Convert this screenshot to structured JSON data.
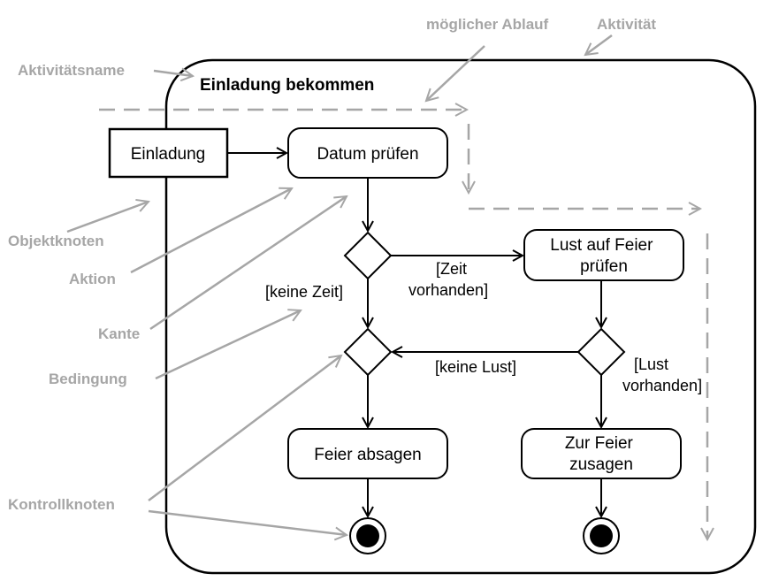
{
  "activity": {
    "name": "Einladung bekommen"
  },
  "nodes": {
    "object": "Einladung",
    "action_datum": "Datum prüfen",
    "action_lust": [
      "Lust auf Feier",
      "prüfen"
    ],
    "action_absagen": "Feier absagen",
    "action_zusagen": [
      "Zur Feier",
      "zusagen"
    ]
  },
  "guards": {
    "zeit_vorhanden": [
      "[Zeit",
      "vorhanden]"
    ],
    "keine_zeit": "[keine Zeit]",
    "keine_lust": "[keine Lust]",
    "lust_vorhanden": [
      "[Lust",
      "vorhanden]"
    ]
  },
  "annotations": {
    "moeglicher_ablauf": "möglicher Ablauf",
    "aktivitaet": "Aktivität",
    "aktivitaetsname": "Aktivitätsname",
    "objektknoten": "Objektknoten",
    "aktion": "Aktion",
    "kante": "Kante",
    "bedingung": "Bedingung",
    "kontrollknoten": "Kontrollknoten"
  },
  "colors": {
    "diagram": "#000000",
    "annotation": "#a6a6a6",
    "background": "#ffffff"
  }
}
